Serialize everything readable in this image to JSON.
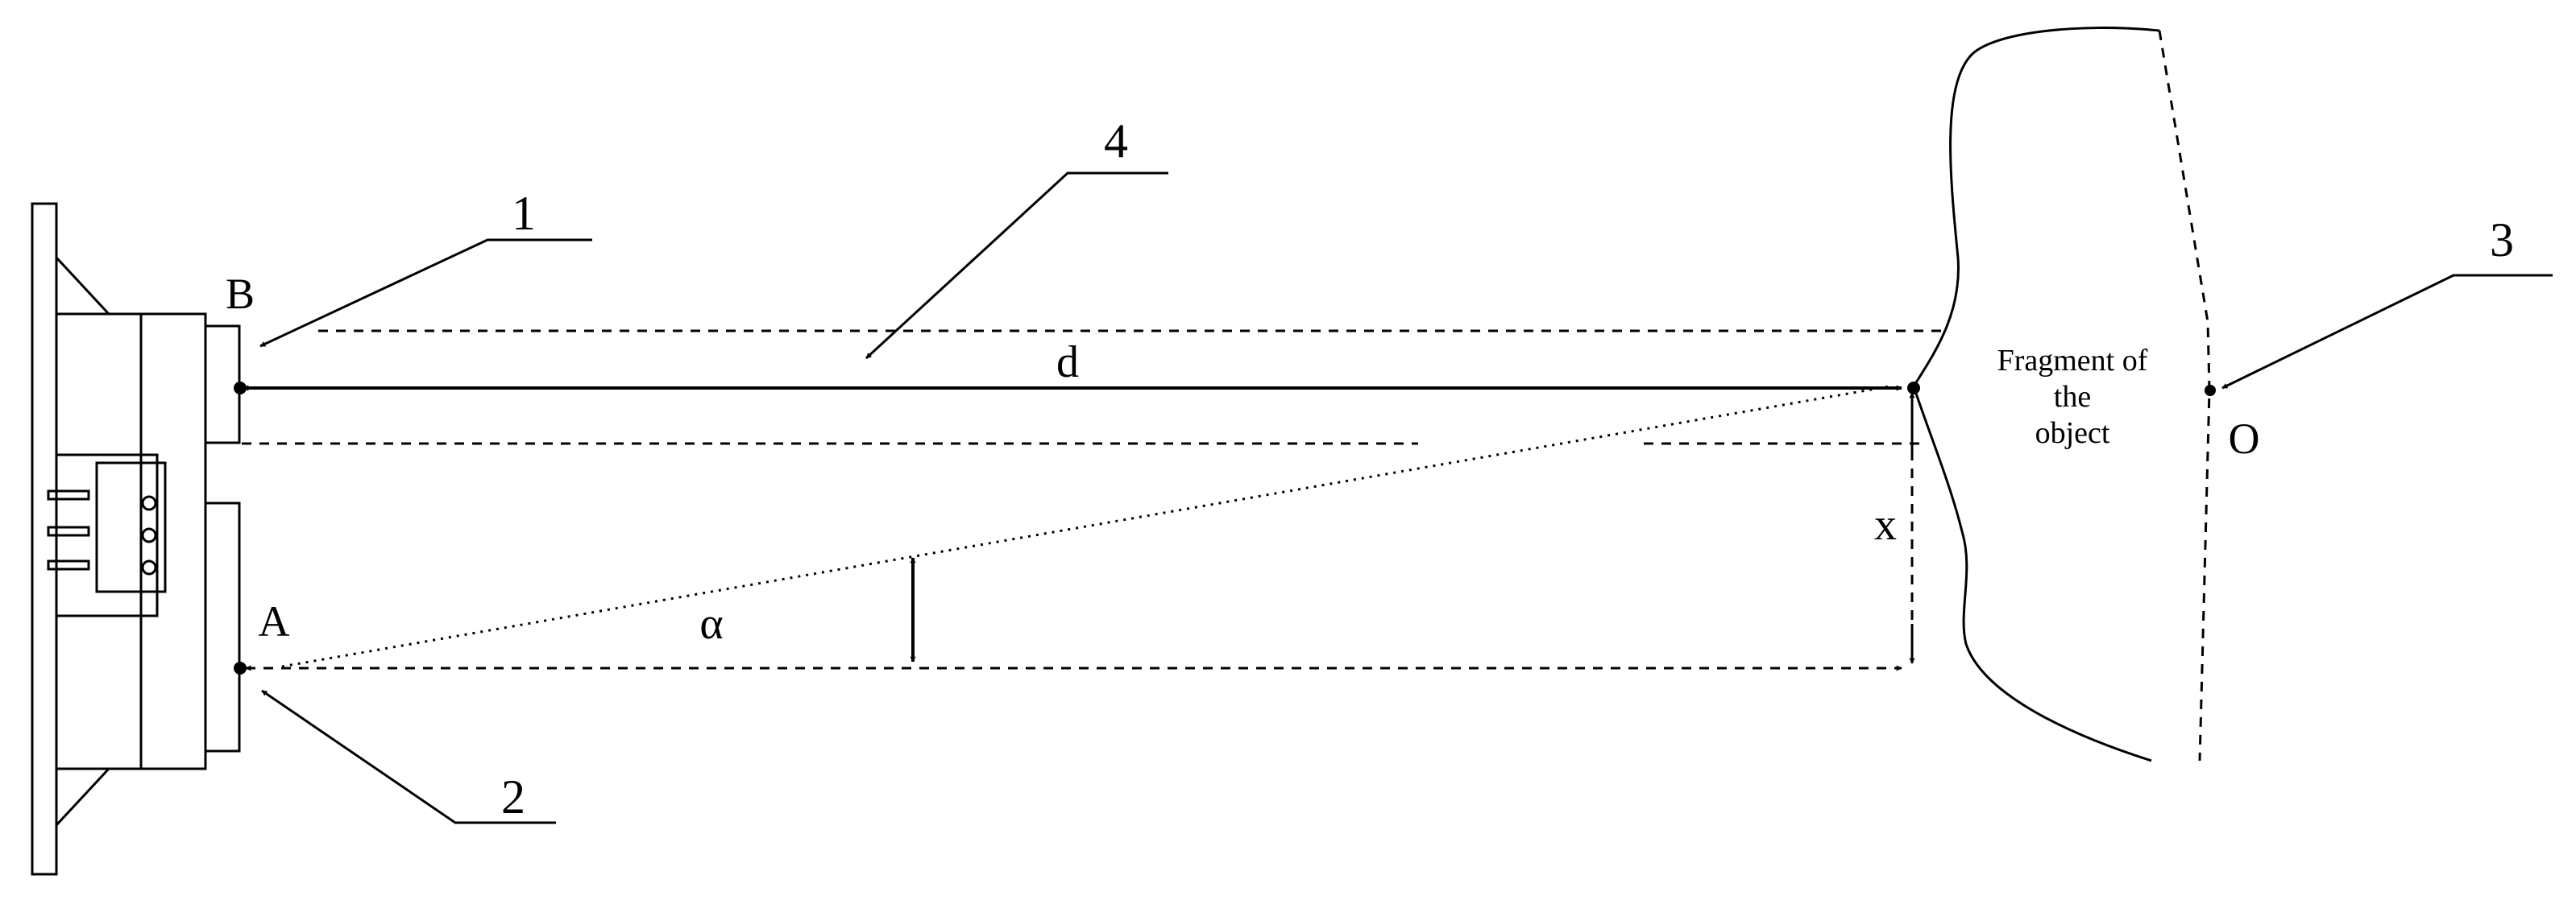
{
  "diagram": {
    "callouts": {
      "n1": "1",
      "n2": "2",
      "n3": "3",
      "n4": "4"
    },
    "points": {
      "A": "A",
      "B": "B",
      "O": "O"
    },
    "quantities": {
      "distance": "d",
      "offset": "x",
      "angle": "α"
    },
    "object_label": {
      "line1": "Fragment of",
      "line2": "the",
      "line3": "object"
    },
    "colors": {
      "ink": "#000000",
      "background": "#ffffff"
    }
  }
}
